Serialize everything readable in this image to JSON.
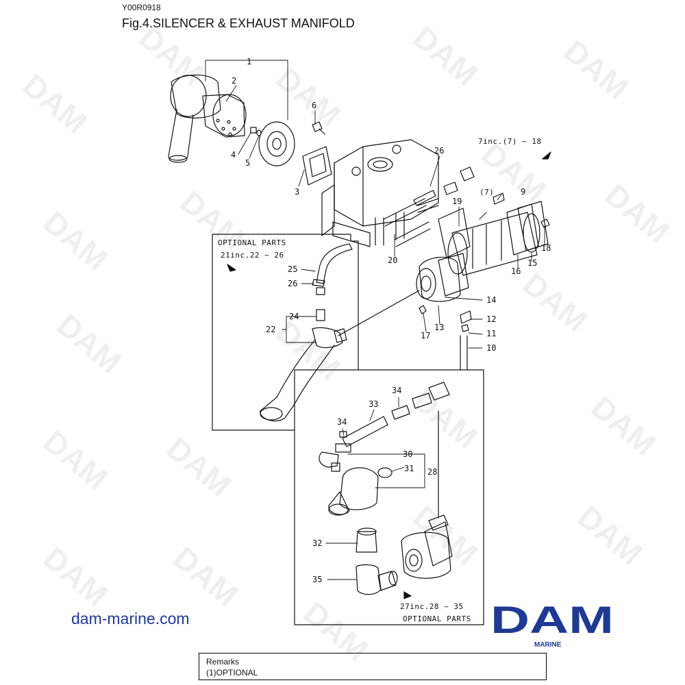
{
  "document": {
    "code": "Y00R0918",
    "title": "Fig.4.SILENCER & EXHAUST MANIFOLD"
  },
  "watermark": {
    "text": "DAM"
  },
  "diagram": {
    "group_labels": {
      "seven_includes": "7inc.(7) ~ 18",
      "seven_paren": "(7)",
      "optional_top_title": "OPTIONAL PARTS",
      "optional_top_includes": "21inc.22 ~ 26",
      "optional_bottom_includes": "27inc.28 ~ 35",
      "optional_bottom_title": "OPTIONAL PARTS"
    },
    "callouts": [
      "1",
      "2",
      "3",
      "4",
      "5",
      "6",
      "9",
      "10",
      "11",
      "12",
      "13",
      "14",
      "15",
      "16",
      "17",
      "18",
      "19",
      "20",
      "22",
      "24",
      "25",
      "26",
      "26",
      "28",
      "30",
      "31",
      "32",
      "33",
      "34",
      "34",
      "35"
    ]
  },
  "footer": {
    "website": "dam-marine.com",
    "logo_text": "DAM",
    "logo_subtext": "MARINE",
    "remarks_title": "Remarks",
    "remarks_note": "(1)OPTIONAL"
  },
  "colors": {
    "brand_blue": "#1f3a93",
    "line": "#111111"
  }
}
